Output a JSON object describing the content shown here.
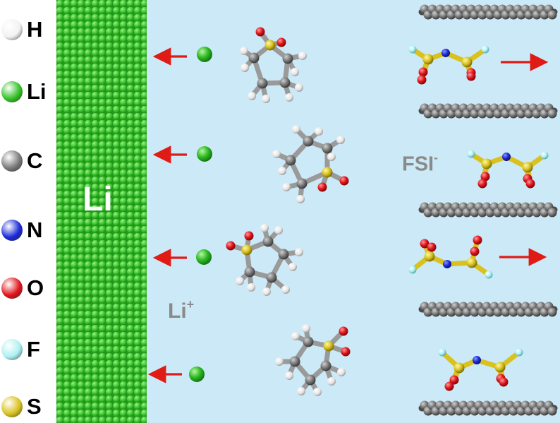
{
  "legend": [
    {
      "symbol": "H",
      "color": "#f2f2f2"
    },
    {
      "symbol": "Li",
      "color": "#33c226"
    },
    {
      "symbol": "C",
      "color": "#7a7a7a"
    },
    {
      "symbol": "N",
      "color": "#1b2ad8"
    },
    {
      "symbol": "O",
      "color": "#e0141a"
    },
    {
      "symbol": "F",
      "color": "#aef0f2"
    },
    {
      "symbol": "S",
      "color": "#d9c21e"
    }
  ],
  "electrode_label": "Li",
  "cation_label": {
    "base": "Li",
    "charge": "+"
  },
  "anion_label": {
    "base": "FSI",
    "charge": "-"
  },
  "colors": {
    "electrolyte": "#cce9f7",
    "lithium_metal": "#3cc22f",
    "arrow": "#e01a14",
    "graphene": "#6e6e6e",
    "bond_sulfolane": "#9a9a9a",
    "bond_fsi": "#d9c21e"
  }
}
